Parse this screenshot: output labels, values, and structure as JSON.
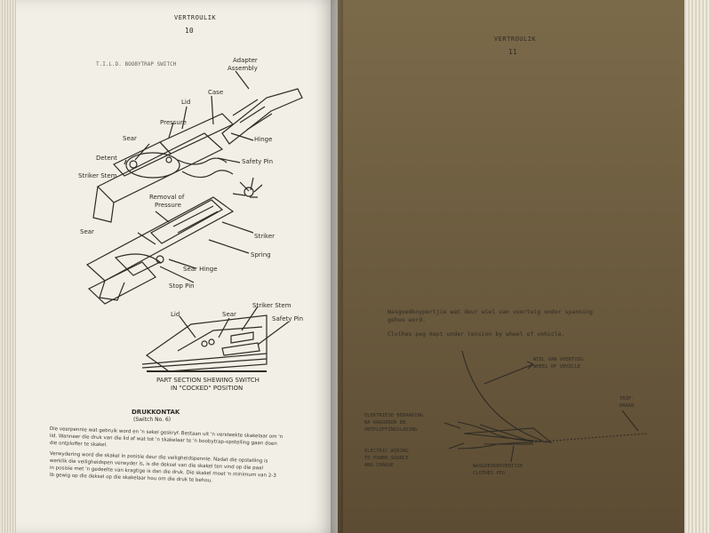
{
  "left_page": {
    "header": "VERTROULIK",
    "page_number": "10",
    "figure_heading": "T.I.L.D. BOOBYTRAP SWITCH",
    "labels": {
      "adapter_assembly_1": "Adapter",
      "adapter_assembly_2": "Assembly",
      "lid": "Lid",
      "case": "Case",
      "pressure": "Pressure",
      "sear": "Sear",
      "hinge": "Hinge",
      "detent": "Detent",
      "striker_stem": "Striker Stem",
      "safety_pin": "Safety Pin",
      "removal_of_pressure_1": "Removal of",
      "removal_of_pressure_2": "Pressure",
      "sear_2": "Sear",
      "striker": "Striker",
      "spring": "Spring",
      "sear_hinge": "Sear Hinge",
      "stop_pin": "Stop Pin",
      "lid_2": "Lid",
      "sear_3": "Sear",
      "striker_stem_2": "Striker Stem",
      "safety_pin_2": "Safety Pin"
    },
    "caption_line1": "PART SECTION SHEWING SWITCH",
    "caption_line2": "IN \"COCKED\" POSITION",
    "section_title": "DRUKKONTAK",
    "section_subtitle": "(Switch No. 6)",
    "paragraphs": [
      "Die veerpennie wat gebruik word en 'n sekel geskryf. Bestaan uit 'n versteekte skakelaar om 'n",
      "lid. Wanneer die druk van die lid af wat tot 'n skakelaar te 'n boobytrap-opstelling gaan doen",
      "die ontploffer te skakel.",
      "Verwydering word die skakel in posisie deur die veiligheidspennie. Nadat die opstelling is",
      "werklik die veiligheidspen verwyder is, is die deksel van die skakel ten vind op die paal",
      "in posisie met 'n gedeelte van kragtige is dan die druk. Die skakel moet 'n minimum van 2-3",
      "lb gewig op die deksel op die skakelaar hou om die druk te behou."
    ]
  },
  "right_page": {
    "header": "VERTROULIK",
    "page_number": "11",
    "text_line1": "Wasgoedknypertjie wat deur wiel van voertuig onder spanning",
    "text_line2": "gehou word.",
    "text_line3": "Clothes peg kept under tension by wheel of vehicle.",
    "labels": {
      "wheel_1": "WIEL VAN VOERTUIG",
      "wheel_2": "WHEEL OF VEHICLE",
      "trip_1": "TRIP-",
      "trip_2": "DRAAD",
      "electric_left_1": "ELEKTRIESE BEDRADING",
      "electric_left_2": "NA KRAGBRON EN",
      "electric_left_3": "ONTPLOFFINGSLADING",
      "electric_bottom_1": "ELECTRIC WIRING",
      "electric_bottom_2": "TO POWER SOURCE",
      "electric_bottom_3": "AND CHARGE",
      "peg_1": "WASGOEDKNYPERTJIE",
      "peg_2": "CLOTHES PEG"
    }
  }
}
